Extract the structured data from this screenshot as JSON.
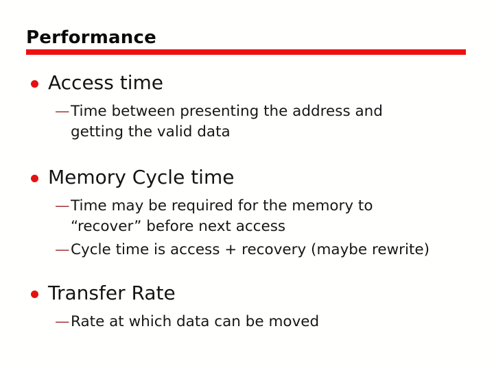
{
  "slide": {
    "title": "Performance",
    "dash": "—",
    "colors": {
      "accent_red": "#ee1111",
      "bullet_red": "#e51111",
      "dash_red": "#a23333",
      "text": "#161616",
      "background": "#fffffd"
    },
    "bullets": [
      {
        "label": "Access time",
        "subs": [
          {
            "lines": [
              "Time between presenting the address and",
              "getting the valid data"
            ]
          }
        ]
      },
      {
        "label": "Memory Cycle time",
        "subs": [
          {
            "lines": [
              "Time may be required for the memory to",
              "“recover” before next access"
            ]
          },
          {
            "lines": [
              "Cycle time is access + recovery (maybe rewrite)"
            ]
          }
        ]
      },
      {
        "label": "Transfer Rate",
        "subs": [
          {
            "lines": [
              "Rate at which data can be moved"
            ]
          }
        ]
      }
    ]
  }
}
